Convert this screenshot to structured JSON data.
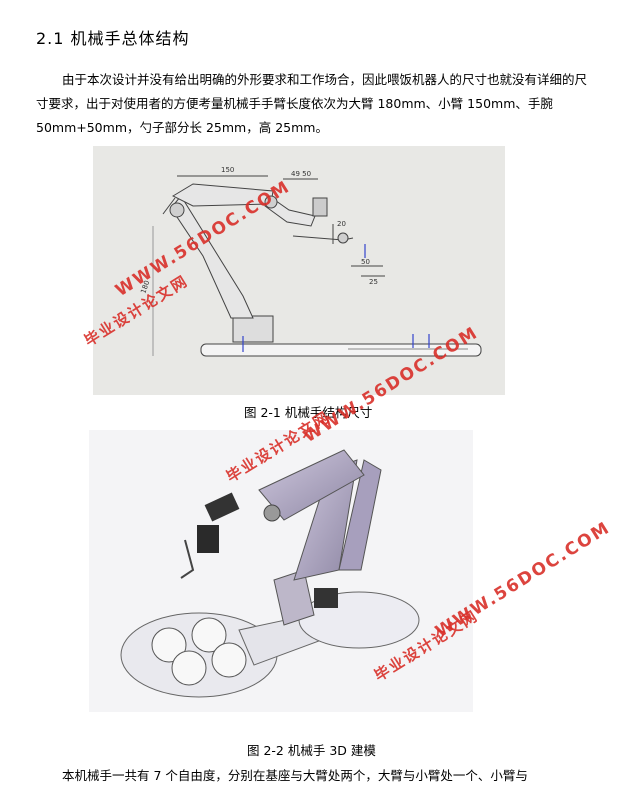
{
  "section": {
    "title": "2.1 机械手总体结构"
  },
  "paragraph1": "由于本次设计并没有给出明确的外形要求和工作场合，因此喂饭机器人的尺寸也就没有详细的尺寸要求，出于对使用者的方便考量机械手手臂长度依次为大臂 180mm、小臂 150mm、手腕 50mm+50mm，勺子部分长 25mm，高 25mm。",
  "figure1": {
    "caption": "图 2-1 机械手结构尺寸",
    "dims": {
      "d150": "150",
      "d4950": "49 50",
      "d20": "20",
      "d50": "50",
      "d25": "25",
      "d180": "180"
    }
  },
  "figure2": {
    "caption": "图 2-2 机械手 3D 建模"
  },
  "paragraph2": "本机械手一共有 7 个自由度，分别在基座与大臂处两个，大臂与小臂处一个、小臂与",
  "watermark": {
    "url": "WWW.56DOC.COM",
    "site": "毕业设计论文网"
  }
}
